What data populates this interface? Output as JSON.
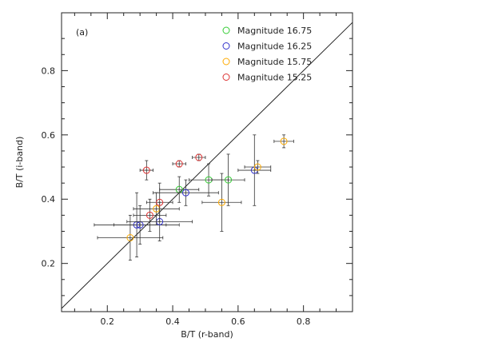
{
  "chart_data": {
    "type": "scatter",
    "panel_label": "(a)",
    "xlabel": "B/T (r-band)",
    "ylabel": "B/T (i-band)",
    "xlim": [
      0.06,
      0.95
    ],
    "ylim": [
      0.05,
      0.98
    ],
    "xticks": [
      0.2,
      0.4,
      0.6,
      0.8
    ],
    "yticks": [
      0.2,
      0.4,
      0.6,
      0.8
    ],
    "xtick_labels": [
      "0.2",
      "0.4",
      "0.6",
      "0.8"
    ],
    "ytick_labels": [
      "0.2",
      "0.4",
      "0.6",
      "0.8"
    ],
    "grid": false,
    "reference_line": "y = x",
    "legend_position": "upper right",
    "series": [
      {
        "name": "Magnitude 16.75",
        "color": "#33cc33",
        "points": [
          {
            "x": 0.42,
            "y": 0.43,
            "xerr": 0.06,
            "yerr": 0.04
          },
          {
            "x": 0.51,
            "y": 0.46,
            "xerr": 0.06,
            "yerr": 0.05
          },
          {
            "x": 0.57,
            "y": 0.46,
            "xerr": 0.05,
            "yerr": 0.08
          }
        ]
      },
      {
        "name": "Magnitude 16.25",
        "color": "#3333cc",
        "points": [
          {
            "x": 0.29,
            "y": 0.32,
            "xerr": 0.13,
            "yerr": 0.1
          },
          {
            "x": 0.3,
            "y": 0.32,
            "xerr": 0.08,
            "yerr": 0.06
          },
          {
            "x": 0.36,
            "y": 0.33,
            "xerr": 0.1,
            "yerr": 0.06
          },
          {
            "x": 0.44,
            "y": 0.42,
            "xerr": 0.1,
            "yerr": 0.04
          },
          {
            "x": 0.65,
            "y": 0.49,
            "xerr": 0.05,
            "yerr": 0.11
          }
        ]
      },
      {
        "name": "Magnitude 15.75",
        "color": "#ffaa00",
        "points": [
          {
            "x": 0.27,
            "y": 0.28,
            "xerr": 0.1,
            "yerr": 0.07
          },
          {
            "x": 0.35,
            "y": 0.37,
            "xerr": 0.07,
            "yerr": 0.05
          },
          {
            "x": 0.55,
            "y": 0.39,
            "xerr": 0.06,
            "yerr": 0.09
          },
          {
            "x": 0.66,
            "y": 0.5,
            "xerr": 0.04,
            "yerr": 0.02
          },
          {
            "x": 0.74,
            "y": 0.58,
            "xerr": 0.03,
            "yerr": 0.02
          }
        ]
      },
      {
        "name": "Magnitude 15.25",
        "color": "#dd3333",
        "points": [
          {
            "x": 0.32,
            "y": 0.49,
            "xerr": 0.02,
            "yerr": 0.03
          },
          {
            "x": 0.33,
            "y": 0.35,
            "xerr": 0.05,
            "yerr": 0.05
          },
          {
            "x": 0.36,
            "y": 0.39,
            "xerr": 0.04,
            "yerr": 0.06
          },
          {
            "x": 0.42,
            "y": 0.51,
            "xerr": 0.02,
            "yerr": 0.01
          },
          {
            "x": 0.48,
            "y": 0.53,
            "xerr": 0.02,
            "yerr": 0.01
          }
        ]
      }
    ]
  }
}
